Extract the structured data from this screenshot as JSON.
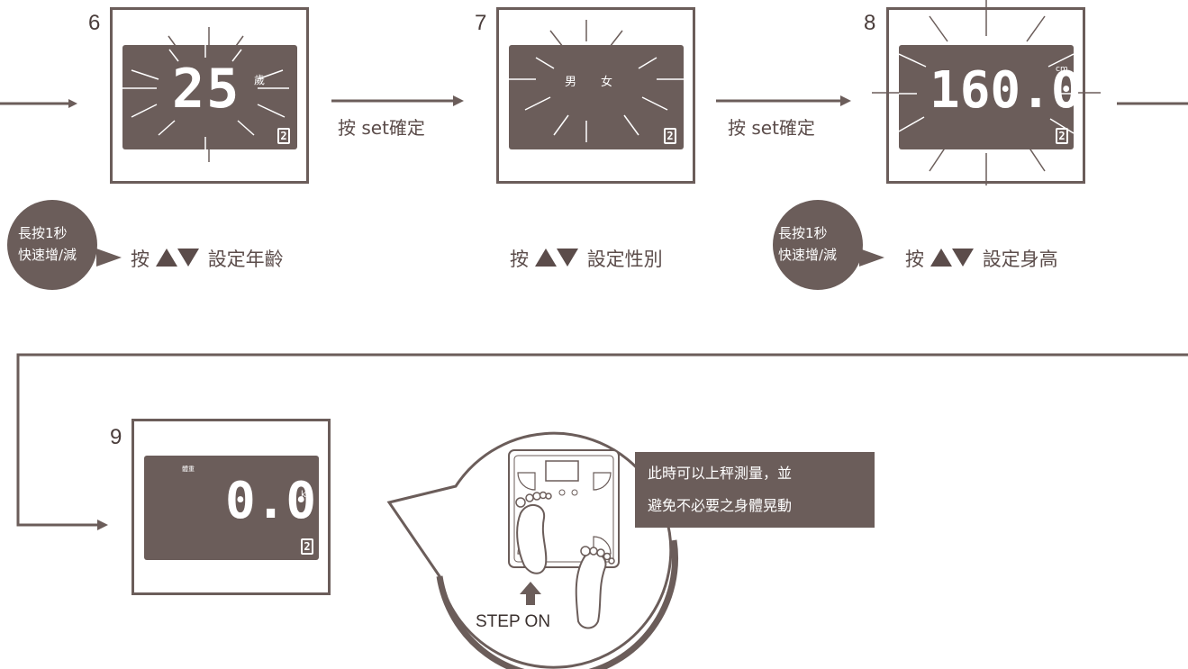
{
  "steps": [
    {
      "num": "6",
      "display_value": "25",
      "unit_label": "歲",
      "slot": "2",
      "caption": "設定年齡",
      "bubble_line1": "長按1秒",
      "bubble_line2": "快速增/減"
    },
    {
      "num": "7",
      "gender_male": "男",
      "gender_female": "女",
      "slot": "2",
      "caption": "設定性別"
    },
    {
      "num": "8",
      "display_value": "160.0",
      "unit_label": "cm",
      "slot": "2",
      "caption": "設定身高",
      "bubble_line1": "長按1秒",
      "bubble_line2": "快速增/減"
    },
    {
      "num": "9",
      "display_label": "體重",
      "display_value": "0.0",
      "unit_label": "kg",
      "slot": "2"
    }
  ],
  "press_prefix": "按",
  "confirm_text": "按 set確定",
  "note_line1": "此時可以上秤測量，並",
  "note_line2": "避免不必要之身體晃動",
  "step_on_label": "STEP ON",
  "colors": {
    "accent": "#6b5d5a",
    "text": "#5b4c4a",
    "background": "#ffffff"
  }
}
